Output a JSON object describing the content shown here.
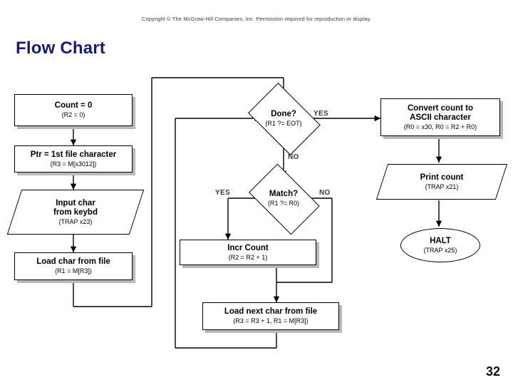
{
  "slide": {
    "copyright": "Copyright © The McGraw-Hill Companies, Inc. Permission required for reproduction or display.",
    "title": "Flow Chart",
    "number": "32"
  },
  "diagram": {
    "nodes": [
      {
        "id": "count-init",
        "shape": "rect",
        "t1": "Count = 0",
        "t2": "(R2 = 0)"
      },
      {
        "id": "ptr-init",
        "shape": "rect",
        "t1": "Ptr = 1st file character",
        "t2": "(R3 = M[x3012])"
      },
      {
        "id": "input-char",
        "shape": "parallelogram",
        "t1": "Input char\nfrom keybd",
        "t2": "(TRAP x23)"
      },
      {
        "id": "load-char",
        "shape": "rect",
        "t1": "Load char from file",
        "t2": "(R1 = M[R3])"
      },
      {
        "id": "done",
        "shape": "diamond",
        "t1": "Done?",
        "t2": "(R1 ?= EOT)"
      },
      {
        "id": "match",
        "shape": "diamond",
        "t1": "Match?",
        "t2": "(R1 ?= R0)"
      },
      {
        "id": "incr-count",
        "shape": "rect",
        "t1": "Incr Count",
        "t2": "(R2 = R2 + 1)"
      },
      {
        "id": "load-next-char",
        "shape": "rect",
        "t1": "Load next char from file",
        "t2": "(R3 = R3 + 1, R1 = M[R3])"
      },
      {
        "id": "convert-count",
        "shape": "rect",
        "t1": "Convert count to\nASCII character",
        "t2": "(R0 = x30, R0 = R2 + R0)"
      },
      {
        "id": "print-count",
        "shape": "parallelogram",
        "t1": "Print count",
        "t2": "(TRAP x21)"
      },
      {
        "id": "halt",
        "shape": "oval",
        "t1": "HALT",
        "t2": "(TRAP x25)"
      }
    ],
    "edge_labels": [
      {
        "id": "done-yes",
        "text": "YES"
      },
      {
        "id": "done-no",
        "text": "NO"
      },
      {
        "id": "match-yes",
        "text": "YES"
      },
      {
        "id": "match-no",
        "text": "NO"
      }
    ]
  }
}
